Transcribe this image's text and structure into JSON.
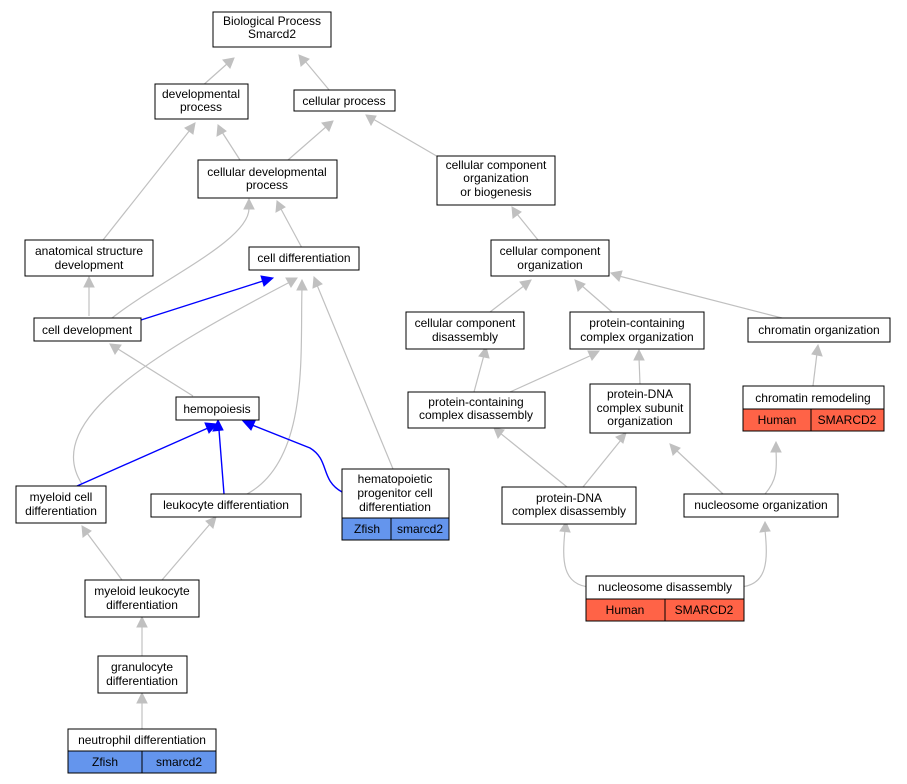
{
  "title_lines": [
    "Biological Process",
    "Smarcd2"
  ],
  "colors": {
    "human": "#ff6347",
    "zfish": "#6495ed",
    "edge": "#c0c0c0",
    "highlight_edge": "#0000ff"
  },
  "nodes": {
    "developmental_process": [
      "developmental",
      "process"
    ],
    "cellular_process": [
      "cellular process"
    ],
    "cellular_developmental_process": [
      "cellular developmental",
      "process"
    ],
    "cellular_component_organization_or_biogenesis": [
      "cellular component",
      "organization",
      "or biogenesis"
    ],
    "anatomical_structure_development": [
      "anatomical structure",
      "development"
    ],
    "cell_differentiation": [
      "cell differentiation"
    ],
    "cellular_component_organization": [
      "cellular component",
      "organization"
    ],
    "cell_development": [
      "cell development"
    ],
    "cellular_component_disassembly": [
      "cellular component",
      "disassembly"
    ],
    "protein_containing_complex_organization": [
      "protein-containing",
      "complex organization"
    ],
    "chromatin_organization": [
      "chromatin organization"
    ],
    "hemopoiesis": [
      "hemopoiesis"
    ],
    "protein_containing_complex_disassembly": [
      "protein-containing",
      "complex disassembly"
    ],
    "protein_dna_complex_subunit_organization": [
      "protein-DNA",
      "complex subunit",
      "organization"
    ],
    "chromatin_remodeling": [
      "chromatin remodeling"
    ],
    "hematopoietic_progenitor_cell_differentiation": [
      "hematopoietic",
      "progenitor cell",
      "differentiation"
    ],
    "myeloid_cell_differentiation": [
      "myeloid cell",
      "differentiation"
    ],
    "leukocyte_differentiation": [
      "leukocyte differentiation"
    ],
    "protein_dna_complex_disassembly": [
      "protein-DNA",
      "complex disassembly"
    ],
    "nucleosome_organization": [
      "nucleosome organization"
    ],
    "myeloid_leukocyte_differentiation": [
      "myeloid leukocyte",
      "differentiation"
    ],
    "nucleosome_disassembly": [
      "nucleosome disassembly"
    ],
    "granulocyte_differentiation": [
      "granulocyte",
      "differentiation"
    ],
    "neutrophil_differentiation": [
      "neutrophil differentiation"
    ]
  },
  "annotations": {
    "chromatin_remodeling": {
      "species": "Human",
      "gene": "SMARCD2"
    },
    "hematopoietic_progenitor_cell_differentiation": {
      "species": "Zfish",
      "gene": "smarcd2"
    },
    "nucleosome_disassembly": {
      "species": "Human",
      "gene": "SMARCD2"
    },
    "neutrophil_differentiation": {
      "species": "Zfish",
      "gene": "smarcd2"
    }
  }
}
